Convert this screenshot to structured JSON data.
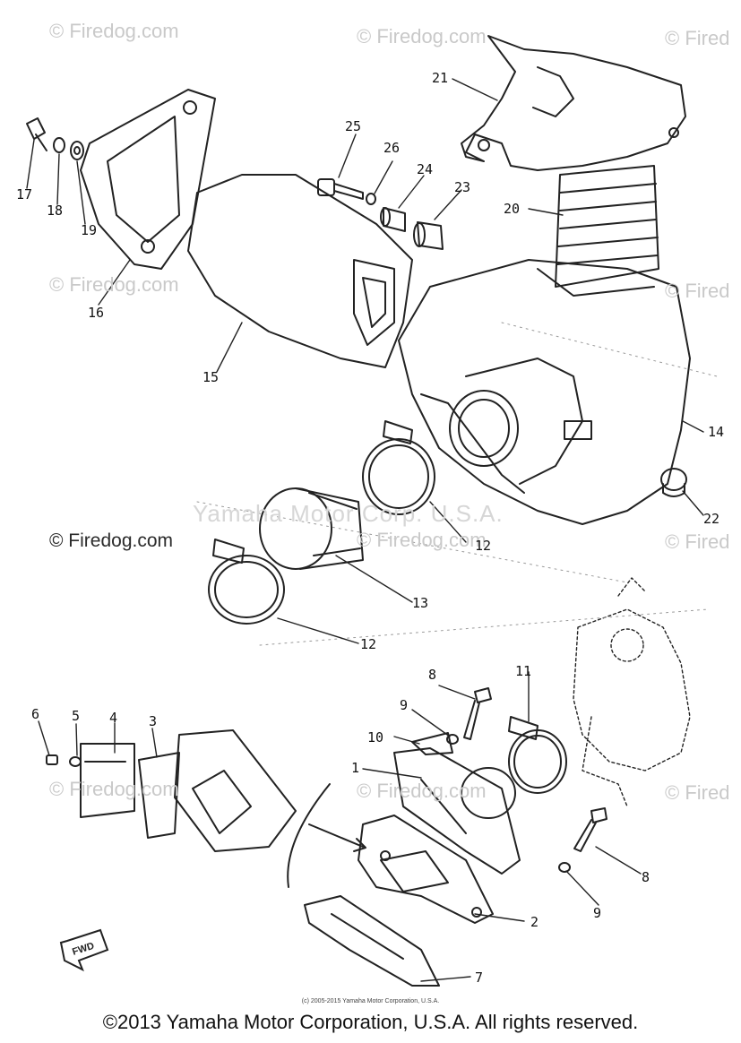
{
  "watermarks": {
    "site": "© Firedog.com",
    "site_short": "© Fired",
    "corp": "Yamaha Motor Corp. U.S.A."
  },
  "parts": {
    "p1": "1",
    "p2": "2",
    "p3": "3",
    "p4": "4",
    "p5": "5",
    "p6": "6",
    "p7": "7",
    "p8": "8",
    "p9": "9",
    "p10": "10",
    "p11": "11",
    "p12": "12",
    "p13": "13",
    "p14": "14",
    "p15": "15",
    "p16": "16",
    "p17": "17",
    "p18": "18",
    "p19": "19",
    "p20": "20",
    "p21": "21",
    "p22": "22",
    "p23": "23",
    "p24": "24",
    "p25": "25",
    "p26": "26"
  },
  "fwd_label": "FWD",
  "small_copyright": "(c) 2005-2015 Yamaha Motor Corporation, U.S.A.",
  "footer": "©2013 Yamaha Motor Corporation, U.S.A. All rights reserved."
}
